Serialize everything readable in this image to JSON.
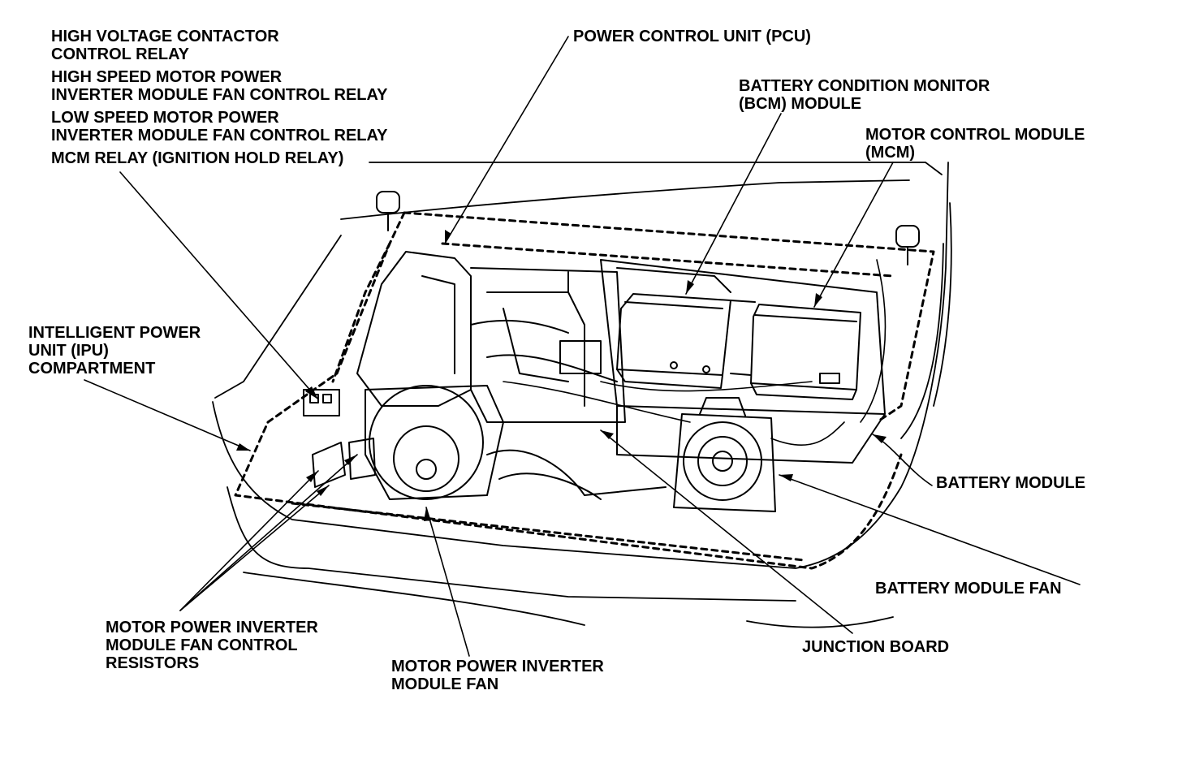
{
  "labels": {
    "hv_relay": [
      "HIGH VOLTAGE CONTACTOR",
      "CONTROL RELAY"
    ],
    "hs_relay": [
      "HIGH SPEED MOTOR POWER",
      "INVERTER MODULE FAN CONTROL RELAY"
    ],
    "ls_relay": [
      "LOW SPEED MOTOR POWER",
      "INVERTER MODULE FAN CONTROL RELAY"
    ],
    "mcm_relay": [
      "MCM RELAY (IGNITION HOLD RELAY)"
    ],
    "pcu": [
      "POWER CONTROL UNIT (PCU)"
    ],
    "bcm": [
      "BATTERY CONDITION MONITOR",
      "(BCM) MODULE"
    ],
    "mcm": [
      "MOTOR CONTROL MODULE",
      "(MCM)"
    ],
    "ipu": [
      "INTELLIGENT POWER",
      "UNIT (IPU)",
      "COMPARTMENT"
    ],
    "battery_module": [
      "BATTERY MODULE"
    ],
    "battery_fan": [
      "BATTERY MODULE FAN"
    ],
    "resistors": [
      "MOTOR POWER INVERTER",
      "MODULE FAN CONTROL",
      "RESISTORS"
    ],
    "inverter_fan": [
      "MOTOR POWER INVERTER",
      "MODULE FAN"
    ],
    "junction": [
      "JUNCTION BOARD"
    ]
  },
  "colors": {
    "ink": "#000000",
    "paper": "#ffffff"
  }
}
